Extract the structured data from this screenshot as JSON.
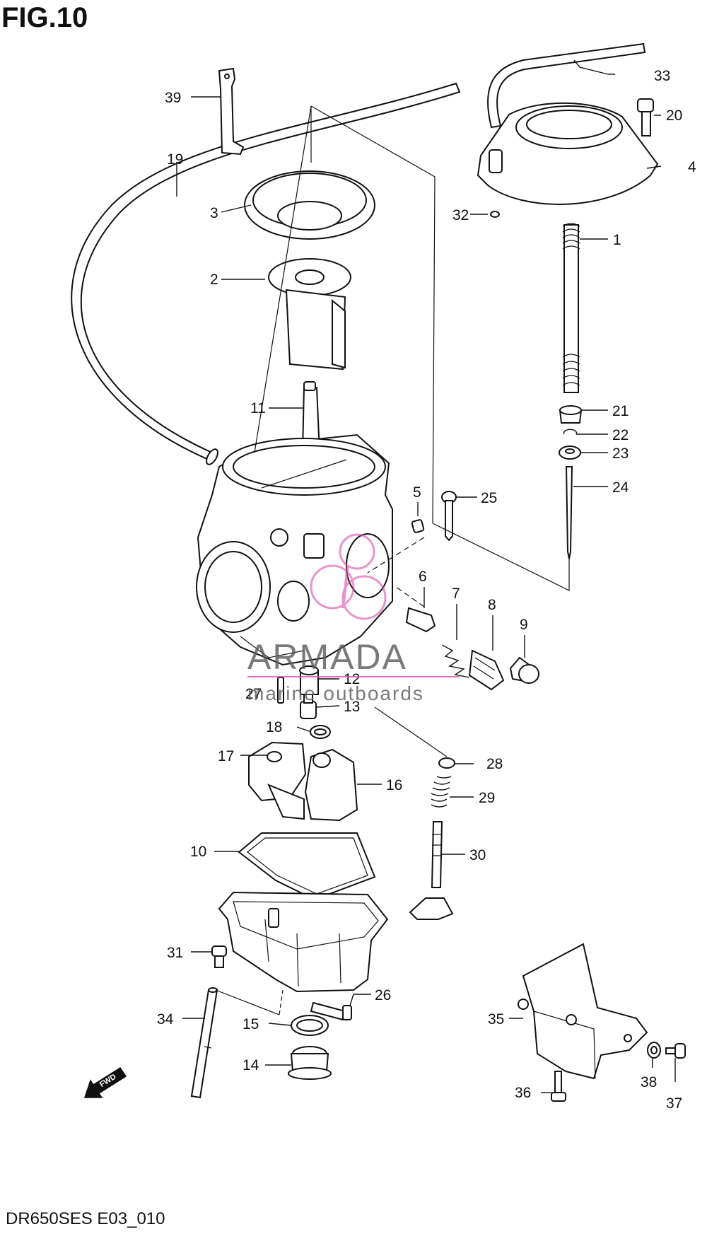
{
  "figure": {
    "title": "FIG.10",
    "code": "DR650SES E03_010",
    "fwd_label": "FWD"
  },
  "watermark": {
    "brand": "ARMADA",
    "tagline": "marine outboards"
  },
  "colors": {
    "line": "#111111",
    "watermark_text": "#5a5a5a",
    "watermark_accent": "#d94fa8"
  },
  "callouts": [
    "1",
    "2",
    "3",
    "4",
    "5",
    "6",
    "7",
    "8",
    "9",
    "10",
    "11",
    "12",
    "13",
    "14",
    "15",
    "16",
    "17",
    "18",
    "19",
    "20",
    "21",
    "22",
    "23",
    "24",
    "25",
    "26",
    "27",
    "28",
    "29",
    "30",
    "31",
    "32",
    "33",
    "34",
    "35",
    "36",
    "37",
    "38",
    "39"
  ]
}
